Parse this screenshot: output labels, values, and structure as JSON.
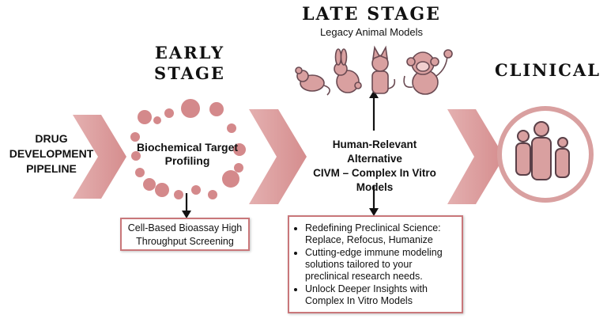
{
  "pipeline_label": [
    "DRUG",
    "DEVELOPMENT",
    "PIPELINE"
  ],
  "early_stage": {
    "title_line1": "EARLY",
    "title_line2": "STAGE",
    "center_label": "Biochemical Target Profiling"
  },
  "late_stage": {
    "title": "LATE STAGE",
    "subtitle": "Legacy Animal Models"
  },
  "clinical": {
    "title": "CLINICAL"
  },
  "civm": {
    "lines": [
      "Human-Relevant Alternative",
      "CIVM – Complex In Vitro",
      "Models"
    ]
  },
  "screening_box": {
    "lines": [
      "Cell-Based Bioassay High",
      "Throughput Screening"
    ]
  },
  "benefits": [
    "Redefining Preclinical Science: Replace, Refocus, Humanize",
    "Cutting-edge immune modeling solutions tailored to your preclinical research needs.",
    "Unlock Deeper Insights with Complex In Vitro Models"
  ],
  "icons": [
    "mouse-icon",
    "rabbit-icon",
    "dog-icon",
    "monkey-icon",
    "family-icon"
  ],
  "colors": {
    "accent": "#c9777a",
    "accent_light": "#e3a9a9",
    "dark": "#5a4048"
  }
}
